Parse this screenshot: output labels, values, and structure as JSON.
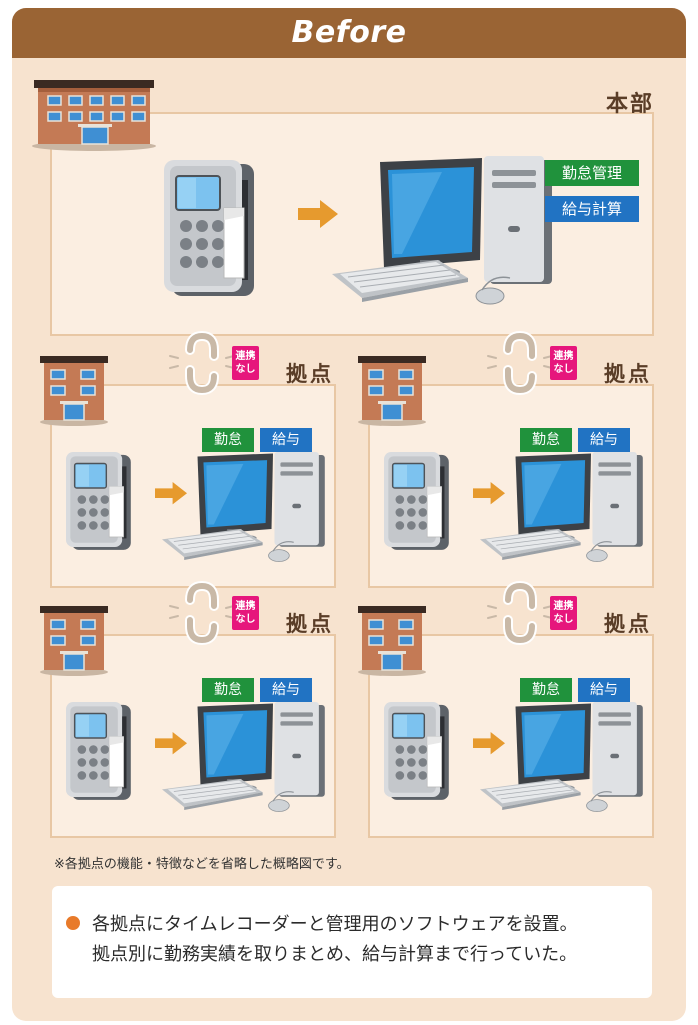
{
  "header": {
    "title": "Before"
  },
  "hq": {
    "label": "本部",
    "tags": {
      "attendance": "勤怠管理",
      "payroll": "給与計算"
    }
  },
  "sites": [
    {
      "label": "拠点",
      "link_status": "連携なし",
      "tags": {
        "attendance": "勤怠",
        "payroll": "給与"
      }
    },
    {
      "label": "拠点",
      "link_status": "連携なし",
      "tags": {
        "attendance": "勤怠",
        "payroll": "給与"
      }
    },
    {
      "label": "拠点",
      "link_status": "連携なし",
      "tags": {
        "attendance": "勤怠",
        "payroll": "給与"
      }
    },
    {
      "label": "拠点",
      "link_status": "連携なし",
      "tags": {
        "attendance": "勤怠",
        "payroll": "給与"
      }
    }
  ],
  "link_badge": {
    "line1": "連携",
    "line2": "なし"
  },
  "footnote": "※各拠点の機能・特徴などを省略した概略図です。",
  "summary": {
    "line1": "各拠点にタイムレコーダーと管理用のソフトウェアを設置。",
    "line2": "拠点別に勤務実績を取りまとめ、給与計算まで行っていた。"
  },
  "colors": {
    "header": "#9a6434",
    "background": "#f7e3cf",
    "attendance_tag": "#20923c",
    "payroll_tag": "#2173c3",
    "no_link_badge": "#e6167c",
    "arrow": "#e69a2e",
    "bullet": "#e87a2a"
  },
  "icons": [
    "building-icon",
    "time-recorder-icon",
    "computer-icon",
    "arrow-icon",
    "broken-chain-icon"
  ]
}
